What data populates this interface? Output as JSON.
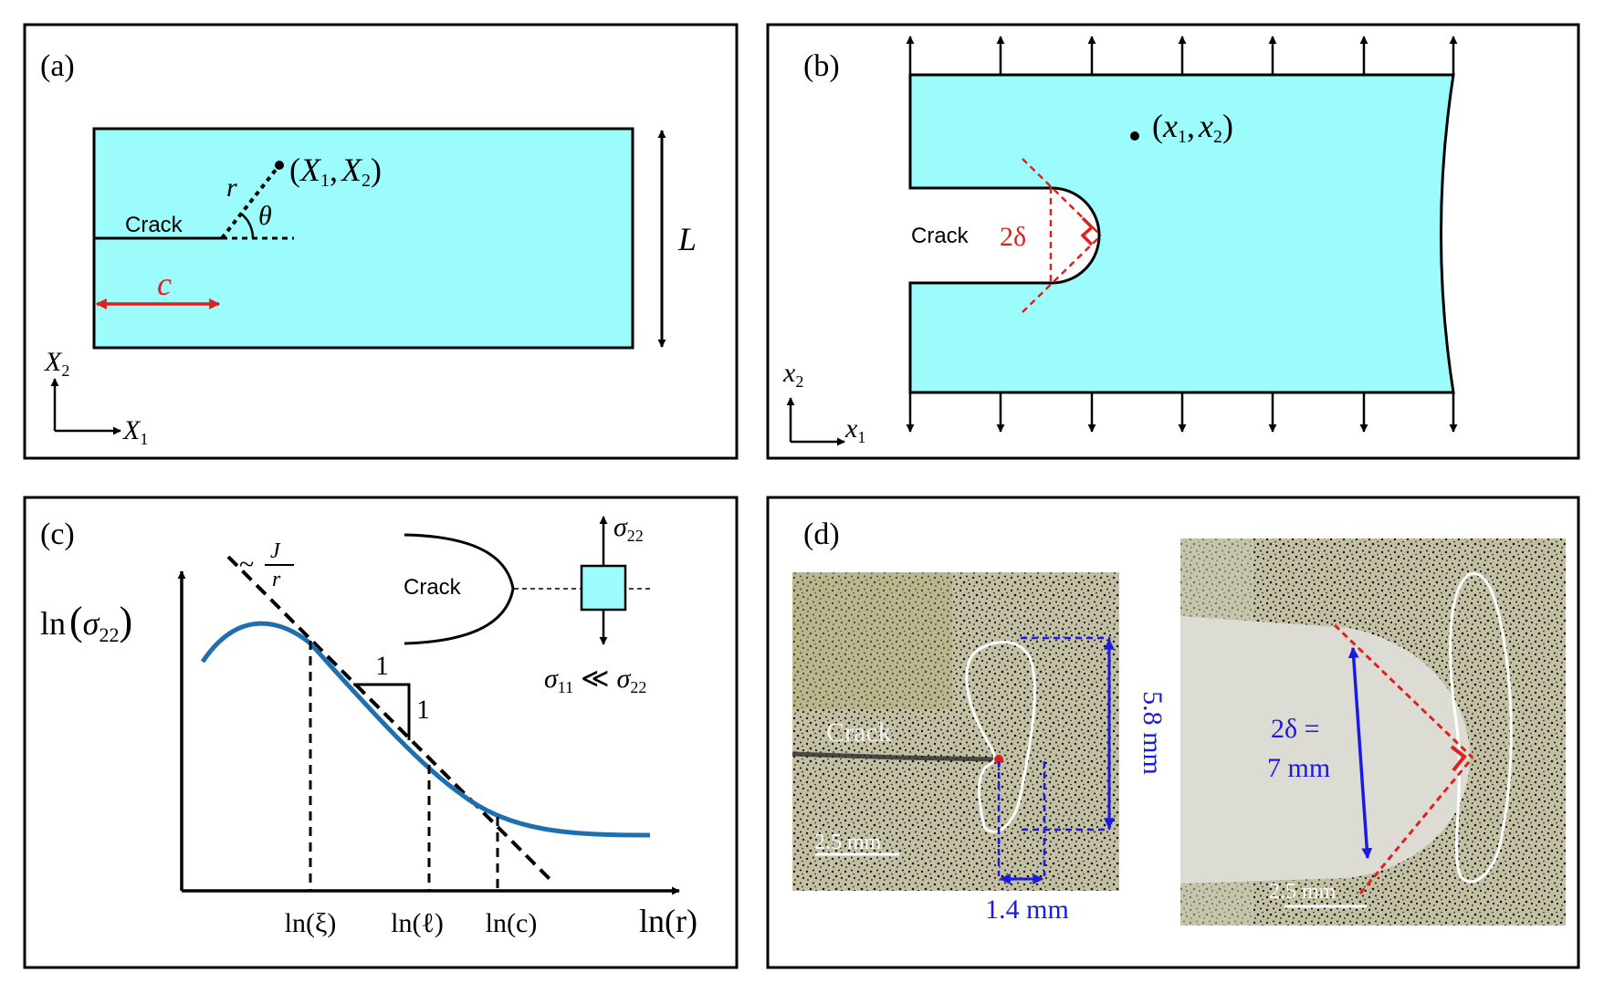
{
  "colors": {
    "fill": "#9cfcfb",
    "red": "#e02020",
    "blue": "#1a1ae0",
    "curve": "#1f6fb0",
    "photo_bg": "#bdb79a",
    "specimen": "#dddcd4"
  },
  "panel_a": {
    "label": "(a)",
    "crack": "Crack",
    "r": "r",
    "theta": "θ",
    "point_open": "(",
    "X": "X",
    "sub1": "1",
    "sub2": "2",
    "comma": ",",
    "point_close": ")",
    "c": "c",
    "L": "L"
  },
  "panel_b": {
    "label": "(b)",
    "crack": "Crack",
    "delta": "2δ",
    "point_open": "(",
    "x": "x",
    "sub1": "1",
    "sub2": "2",
    "comma": ",",
    "point_close": ")"
  },
  "panel_c": {
    "label": "(c)",
    "ylabel_ln": "ln",
    "sigma": "σ",
    "sub22": "22",
    "sub11": "11",
    "open": "(",
    "close": ")",
    "slope_tilde": "~",
    "slope_J": "J",
    "slope_r": "r",
    "slope_run": "1",
    "slope_rise": "1",
    "crack": "Crack",
    "much_less": "≪",
    "xlabel": "ln(r)",
    "ticks": [
      "ln(ξ)",
      "ln(ℓ)",
      "ln(c)"
    ]
  },
  "panel_d": {
    "label": "(d)",
    "crack": "Crack",
    "scale_left": "2.5 mm",
    "height_dim": "5.8 mm",
    "width_dim": "1.4 mm",
    "delta_line1": "2δ =",
    "delta_line2": "7 mm",
    "scale_right": "2.5 mm"
  }
}
